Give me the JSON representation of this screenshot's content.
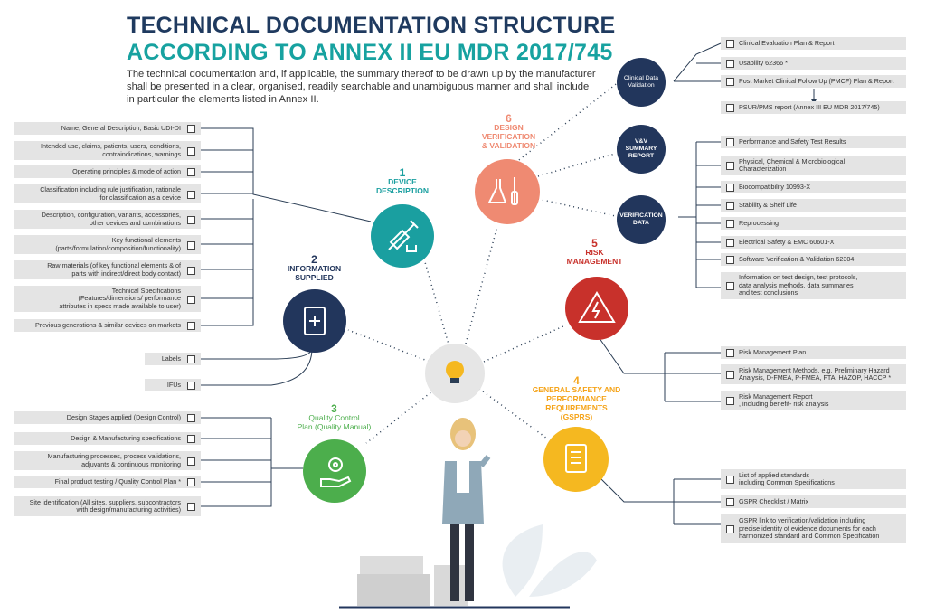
{
  "header": {
    "title_line1": "TECHNICAL DOCUMENTATION STRUCTURE",
    "title_line2": "ACCORDING TO ANNEX II EU MDR 2017/745",
    "intro": "The technical documentation and, if applicable, the summary thereof to be drawn up by the manufacturer shall be presented in a clear, organised, readily searchable and unambiguous manner and shall include in particular the elements listed in Annex II."
  },
  "sections": {
    "device_description": {
      "number": "1",
      "title": "DEVICE\nDESCRIPTION",
      "color": "#1a9fa0"
    },
    "information_supplied": {
      "number": "2",
      "title": "INFORMATION\nSUPPLIED",
      "color": "#22365c"
    },
    "quality_control": {
      "number": "3",
      "title": "Quality Control\nPlan (Quality Manual)",
      "color": "#4cae4c"
    },
    "gspr": {
      "number": "4",
      "title": "GENERAL SAFETY AND\nPERFORMANCE\nREQUIREMENTS\n(GSPRS)",
      "color": "#f5b820"
    },
    "risk_management": {
      "number": "5",
      "title": "RISK\nMANAGEMENT",
      "color": "#c8312b"
    },
    "design_verification": {
      "number": "6",
      "title": "DESIGN\nVERIFICATION\n& VALIDATION",
      "color": "#ef8a72"
    }
  },
  "sub_circles": {
    "clinical": "Clinical Data\nValidation",
    "vv_summary": "V&V\nSUMMARY\nREPORT",
    "verification": "VERIFICATION\nDATA"
  },
  "device_items": [
    "Name, General Description, Basic UDI-DI",
    "Intended use, claims, patients, users, conditions,\ncontraindications, warnings",
    "Operating principles & mode of action",
    "Classification including rule justification, rationale\nfor classification as a device",
    "Description, configuration, variants, accessories,\nother devices and combinations",
    "Key functional elements\n(parts/formulation/composition/functionality)",
    "Raw materials (of key functional elements & of\nparts with indirect/direct body contact)",
    "Technical Specifications\n(Features/dimensions/ performance\nattributes in specs made available to user)",
    "Previous generations & similar devices on markets"
  ],
  "info_items": [
    "Labels",
    "IFUs"
  ],
  "qc_items": [
    "Design Stages applied (Design Control)",
    "Design & Manufacturing specifications",
    "Manufacturing processes, process validations,\nadjuvants & continuous monitoring",
    "Final product testing / Quality Control Plan *",
    "Site identification (All sites, suppliers, subcontractors\nwith design/manufacturing activities)"
  ],
  "clinical_items": [
    "Clinical Evaluation Plan & Report",
    "Usability 62366 *",
    "Post Market Clinical Follow Up (PMCF) Plan & Report",
    "PSUR/PMS report (Annex III EU MDR 2017/745)"
  ],
  "verification_items": [
    "Performance and Safety Test Results",
    "Physical, Chemical & Microbiological\nCharacterization",
    "Biocompatibility 10993-X",
    "Stability & Shelf Life",
    "Reprocessing",
    "Electrical Safety & EMC 60601-X",
    "Software Verification & Validation 62304",
    "Information on test design, test protocols,\ndata analysis methods, data summaries\nand test conclusions"
  ],
  "risk_items": [
    "Risk Management Plan",
    "Risk Management Methods, e.g. Preliminary Hazard\nAnalysis, D-FMEA, P-FMEA, FTA, HAZOP, HACCP *",
    "Risk Management Report\n, including benefit- risk analysis"
  ],
  "gspr_items": [
    "List of applied standards\nincluding Common Specifications",
    "GSPR Checklist / Matrix",
    "GSPR link to verification/validation including\nprecise identity of evidence documents for each\nharmonized standard and Common Specification"
  ],
  "icons": [
    "syringe-icon",
    "book-plus-icon",
    "gear-hand-icon",
    "checklist-icon",
    "warning-bolt-icon",
    "flask-icon",
    "lightbulb-icon"
  ]
}
